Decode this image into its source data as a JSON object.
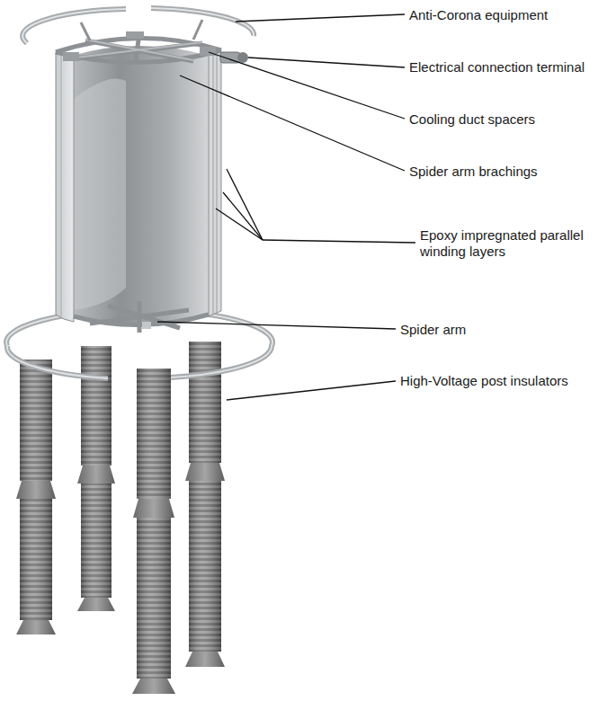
{
  "diagram": {
    "labels": [
      "Anti-Corona equipment",
      "Electrical connection terminal",
      "Cooling duct spacers",
      "Spider arm brachings",
      "Epoxy impregnated parallel winding layers",
      "Spider arm",
      "High-Voltage post insulators"
    ]
  }
}
